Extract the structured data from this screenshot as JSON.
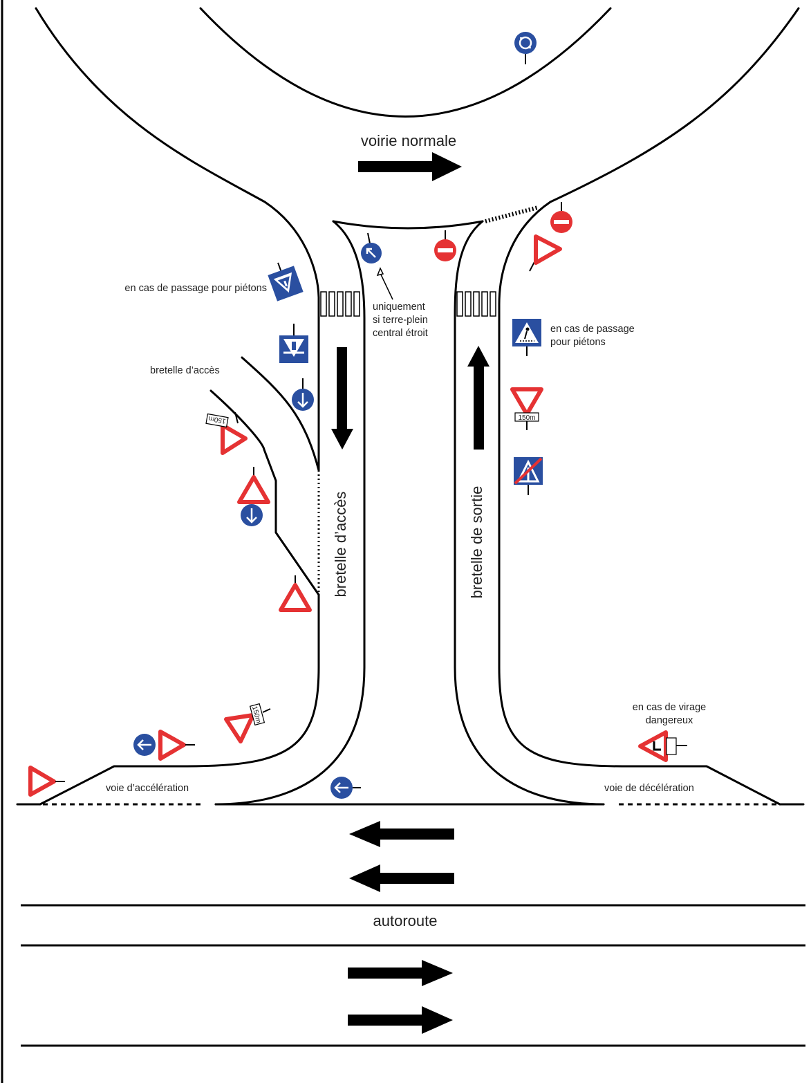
{
  "labels": {
    "voirie_normale": "voirie normale",
    "autoroute": "autoroute",
    "bretelle_acces_vertical": "bretelle d’accès",
    "bretelle_sortie_vertical": "bretelle de sortie",
    "bretelle_acces_side": "bretelle d’accès",
    "voie_acceleration": "voie d’accélération",
    "voie_deceleration": "voie de décélération",
    "passage_pietons_left": "en cas de passage pour piétons",
    "passage_pietons_right_1": "en cas de passage",
    "passage_pietons_right_2": "pour piétons",
    "uniquement_1": "uniquement",
    "uniquement_2": "si terre-plein",
    "uniquement_3": "central étroit",
    "virage_1": "en cas de virage",
    "virage_2": "dangereux",
    "plate_150m": "150m"
  },
  "colors": {
    "sign_blue": "#2a4fa0",
    "sign_red": "#e53233",
    "line": "#000000",
    "text": "#222222"
  },
  "icons": {
    "roundabout": "roundabout-sign-icon",
    "no_entry": "no-entry-sign-icon",
    "yield": "yield-triangle-icon",
    "danger": "warning-triangle-icon",
    "keep_left": "keep-left-arrow-sign-icon",
    "down_arrow": "mandatory-down-arrow-sign-icon",
    "left_arrow": "mandatory-left-arrow-sign-icon",
    "pedestrian_crossing": "pedestrian-crossing-sign-icon",
    "motorway_entry": "motorway-entry-sign-icon",
    "motorway_end": "end-of-motorway-sign-icon"
  }
}
